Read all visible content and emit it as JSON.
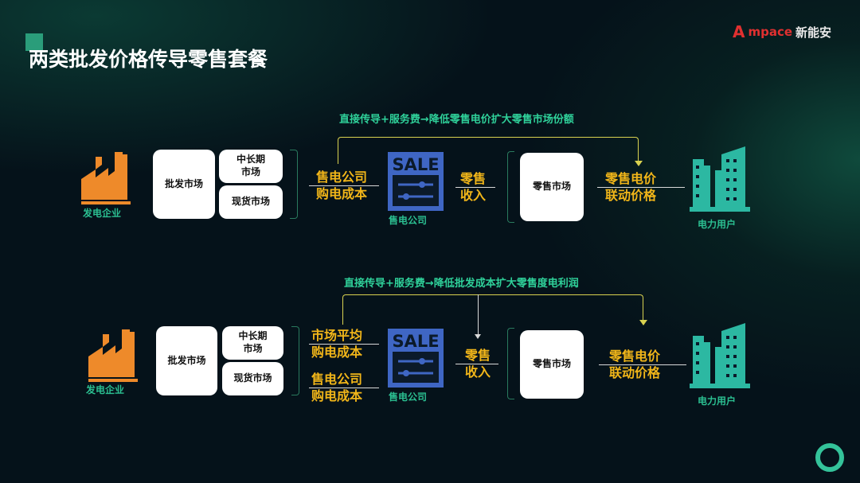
{
  "header": {
    "title": "两类批发价格传导零售套餐",
    "logo_text": "mpace",
    "logo_cn": "新能安"
  },
  "rows": [
    {
      "top_note": "直接传导+服务费→降低零售电价扩大零售市场份额",
      "generator": "发电企业",
      "wholesale": "批发市场",
      "long_term": "中长期市场",
      "spot": "现货市场",
      "cost_labels": [
        "售电公司\n购电成本"
      ],
      "sale_sign": "SALE",
      "company": "售电公司",
      "retail_income": "零售\n收入",
      "retail_market": "零售市场",
      "retail_price": "零售电价\n联动价格",
      "user": "电力用户"
    },
    {
      "top_note": "直接传导+服务费→降低批发成本扩大零售度电利润",
      "generator": "发电企业",
      "wholesale": "批发市场",
      "long_term": "中长期市场",
      "spot": "现货市场",
      "cost_labels": [
        "市场平均\n购电成本",
        "售电公司\n购电成本"
      ],
      "sale_sign": "SALE",
      "company": "售电公司",
      "retail_income": "零售\n收入",
      "retail_market": "零售市场",
      "retail_price": "零售电价\n联动价格",
      "user": "电力用户"
    }
  ]
}
